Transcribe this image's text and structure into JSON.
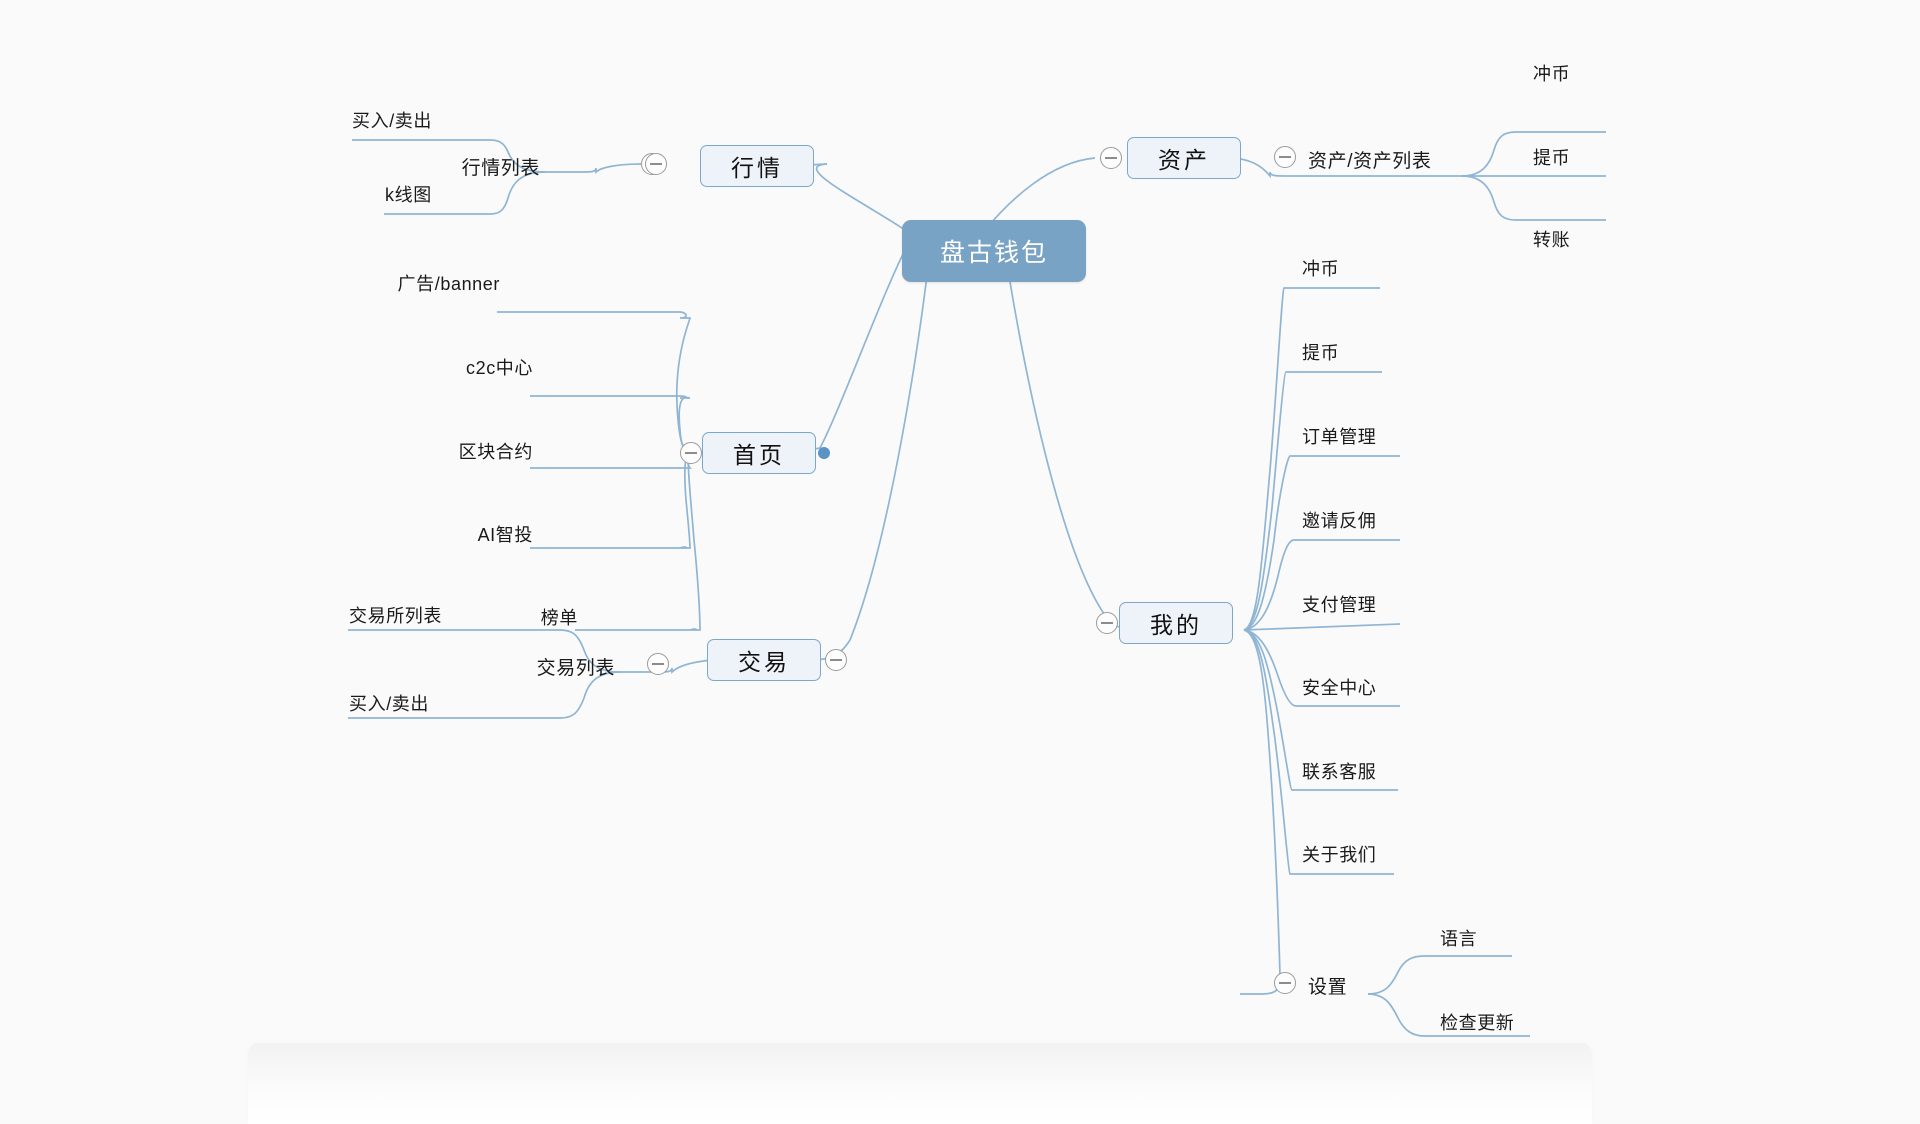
{
  "app": {
    "title": "盘古钱包",
    "background_color": "#fafafa",
    "root_color": "#79a3c4",
    "node_fill": "#eef3f9",
    "node_border": "#7ba7cc",
    "link_color": "#8fb5d4",
    "accent_dot_color": "#5b93c4"
  },
  "root": {
    "label": "盘古钱包"
  },
  "branches": {
    "hangqing": {
      "label": "行情",
      "toggle": "collapse-toggle",
      "children": [
        {
          "label": "行情列表",
          "toggle": "collapse-toggle",
          "children": [
            {
              "label": "买入/卖出"
            },
            {
              "label": "k线图"
            }
          ]
        }
      ]
    },
    "shouye": {
      "label": "首页",
      "toggle": "collapse-toggle",
      "selected_dot": true,
      "children": [
        {
          "label": "广告/banner"
        },
        {
          "label": "c2c中心"
        },
        {
          "label": "区块合约"
        },
        {
          "label": "AI智投"
        },
        {
          "label": "榜单"
        }
      ]
    },
    "jiaoyi": {
      "label": "交易",
      "toggle": "collapse-toggle",
      "children": [
        {
          "label": "交易列表",
          "toggle": "collapse-toggle",
          "children": [
            {
              "label": "交易所列表"
            },
            {
              "label": "买入/卖出"
            }
          ]
        }
      ]
    },
    "zichan": {
      "label": "资产",
      "toggle": "collapse-toggle",
      "children": [
        {
          "label": "资产/资产列表",
          "toggle": "collapse-toggle",
          "children": [
            {
              "label": "冲币"
            },
            {
              "label": "提币"
            },
            {
              "label": "转账"
            }
          ]
        }
      ]
    },
    "wode": {
      "label": "我的",
      "toggle": "collapse-toggle",
      "children": [
        {
          "label": "冲币"
        },
        {
          "label": "提币"
        },
        {
          "label": "订单管理"
        },
        {
          "label": "邀请反佣"
        },
        {
          "label": "支付管理"
        },
        {
          "label": "安全中心"
        },
        {
          "label": "联系客服"
        },
        {
          "label": "关于我们"
        },
        {
          "label": "设置",
          "toggle": "collapse-toggle",
          "children": [
            {
              "label": "语言"
            },
            {
              "label": "检查更新"
            }
          ]
        }
      ]
    }
  }
}
